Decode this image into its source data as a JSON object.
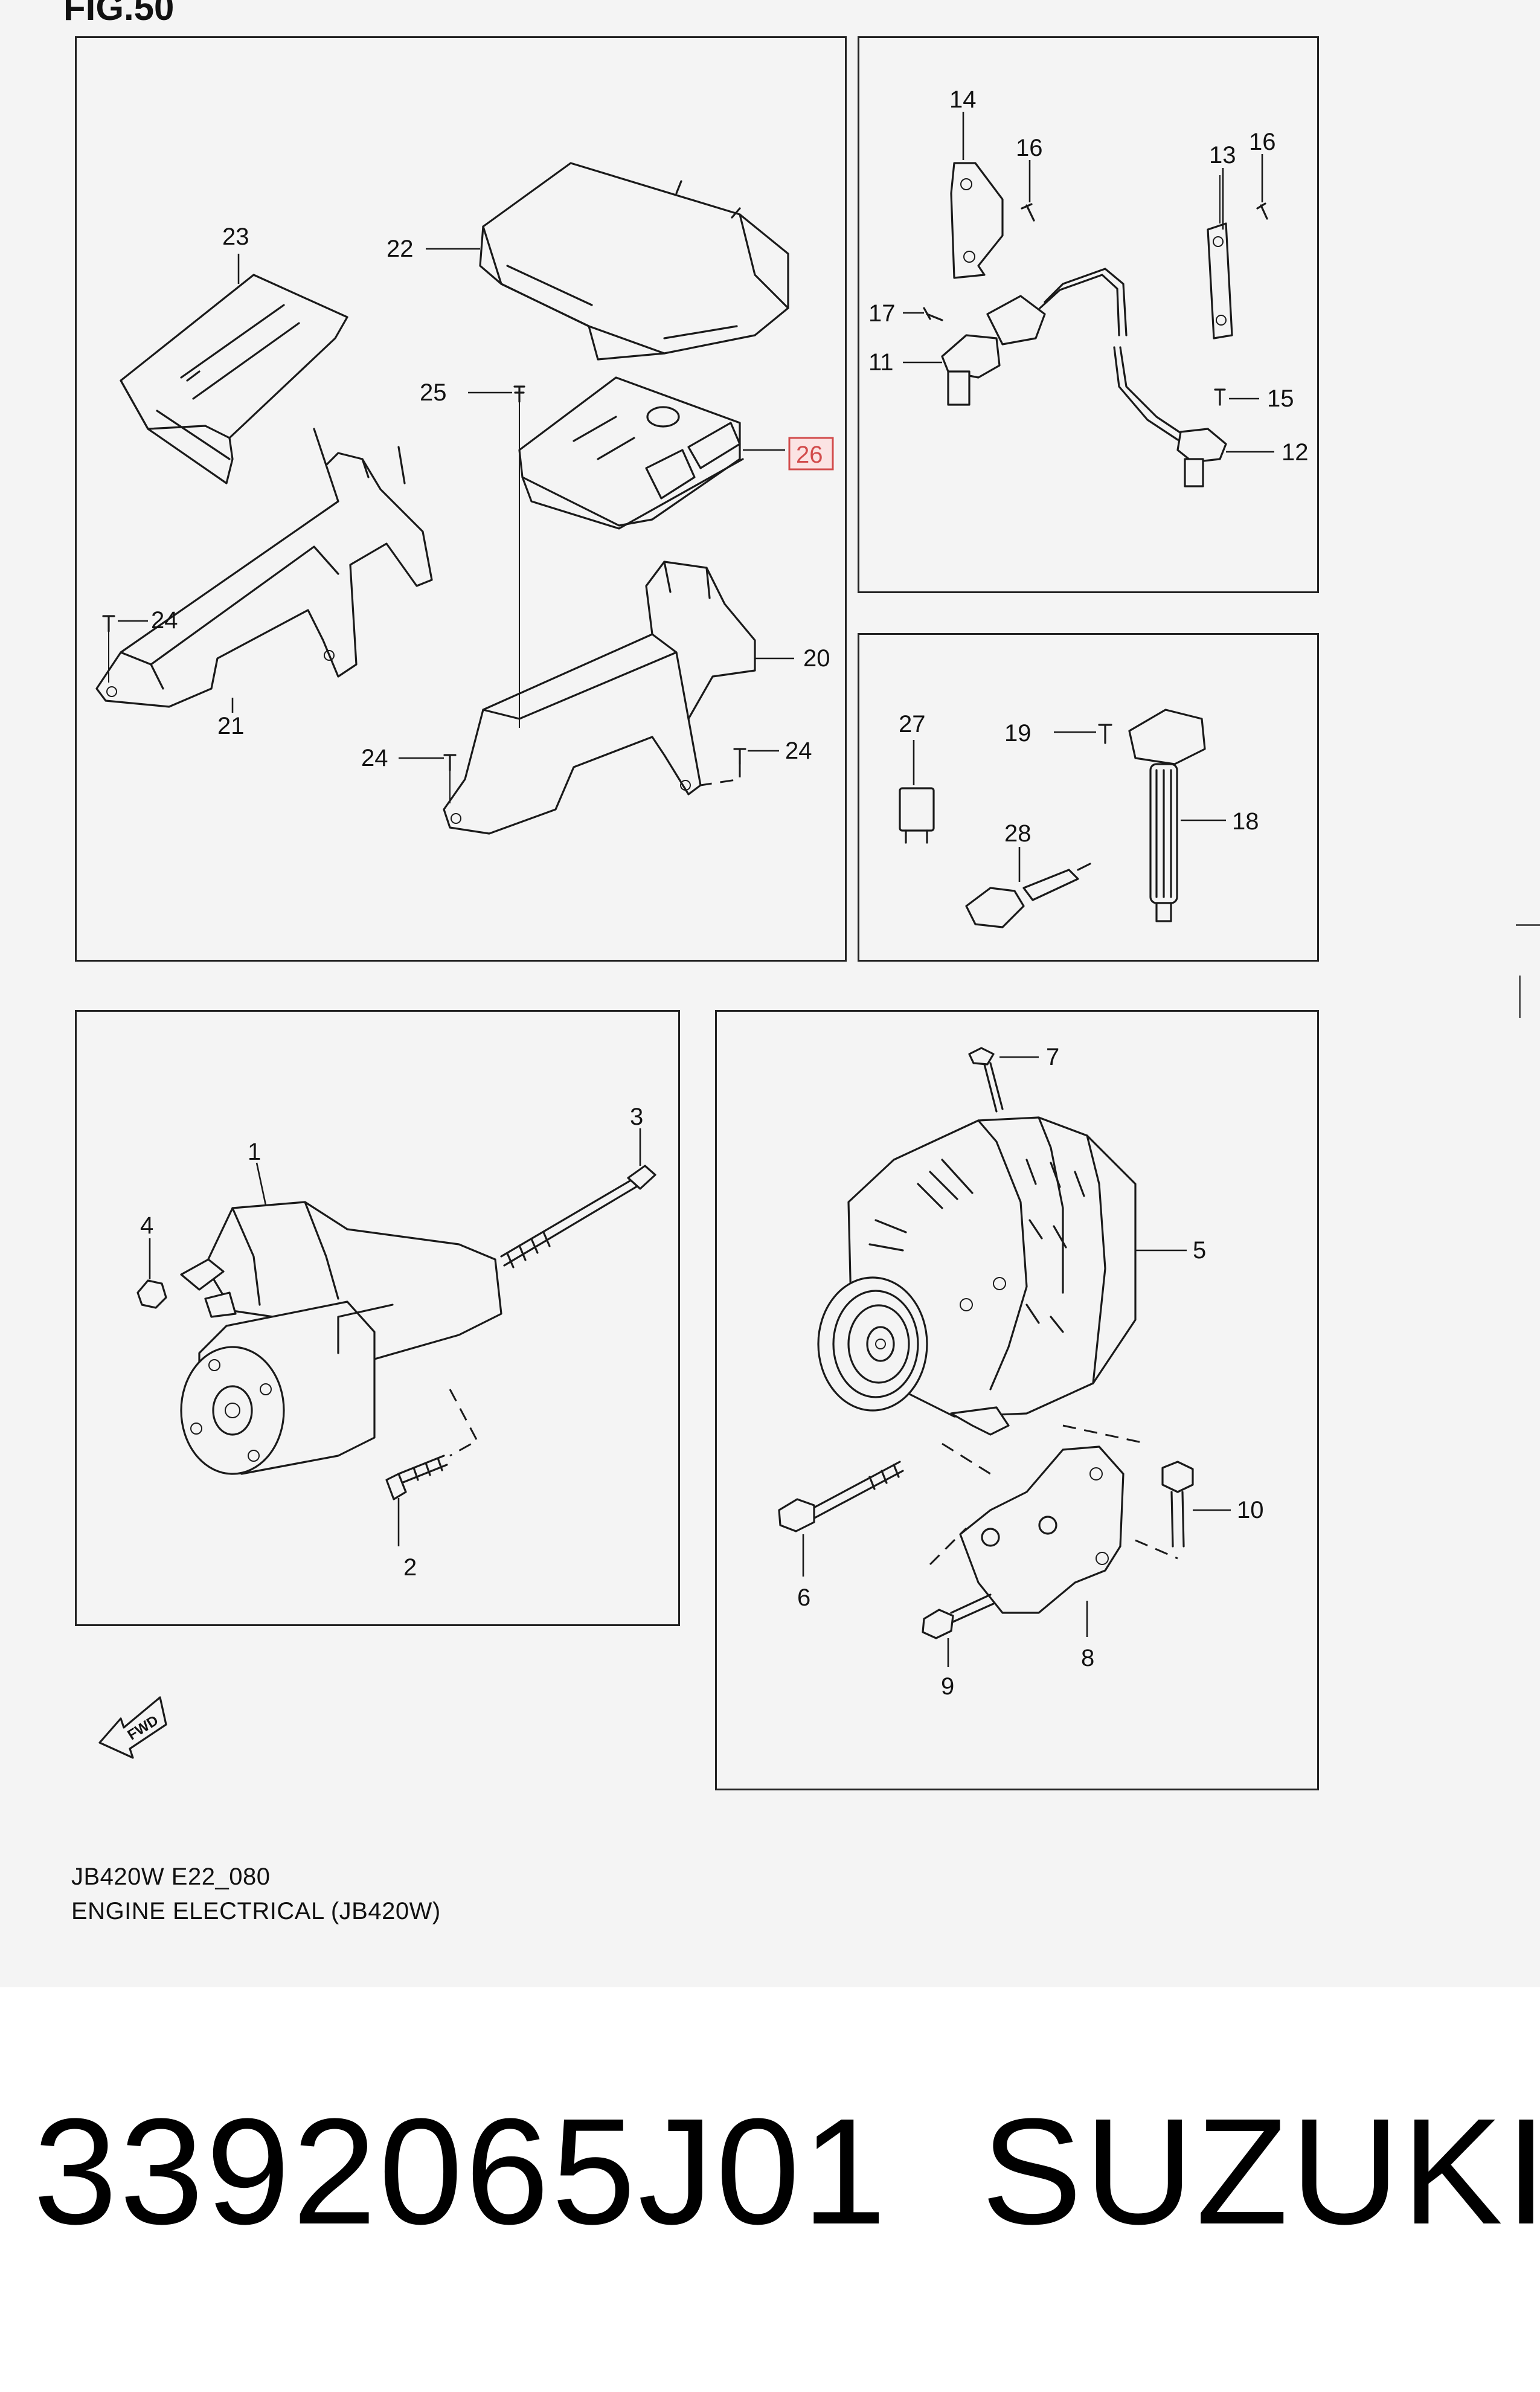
{
  "figure": {
    "tag": "FIG.50"
  },
  "panels": {
    "ecm": {
      "callouts": [
        "20",
        "21",
        "22",
        "23",
        "24",
        "24",
        "24",
        "25",
        "26"
      ],
      "highlighted": "26"
    },
    "sensors": {
      "callouts": [
        "11",
        "12",
        "13",
        "14",
        "15",
        "16",
        "16",
        "17"
      ]
    },
    "ignition": {
      "callouts": [
        "18",
        "19",
        "27",
        "28"
      ]
    },
    "starter": {
      "callouts": [
        "1",
        "2",
        "3",
        "4"
      ]
    },
    "alternator": {
      "callouts": [
        "5",
        "6",
        "7",
        "8",
        "9",
        "10"
      ]
    }
  },
  "fwd_label": "FWD",
  "caption": {
    "code": "JB420W E22_080",
    "title": "ENGINE ELECTRICAL (JB420W)"
  },
  "product": {
    "part_number": "3392065J01",
    "brand": "SUZUKI"
  },
  "colors": {
    "highlight": "#d24b4b",
    "highlight_fill": "#fbe3e3"
  }
}
